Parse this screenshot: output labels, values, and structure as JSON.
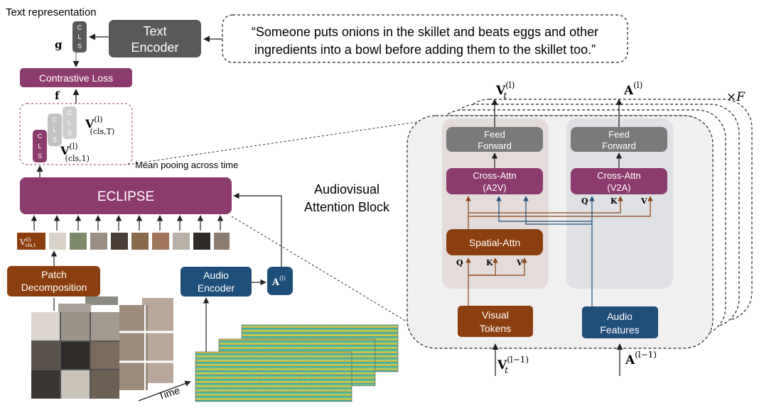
{
  "text_representation_label": "Text representation",
  "g_symbol": "g",
  "cls_letters": [
    "C",
    "L",
    "S"
  ],
  "text_encoder": [
    "Text",
    "Encoder"
  ],
  "caption_lines": [
    "“Someone puts onions in the skillet and beats eggs and other",
    "ingredients into a bowl before adding them to the skillet too.”"
  ],
  "contrastive_loss": "Contrastive Loss",
  "f_symbol": "f",
  "v_cls_T": {
    "base": "V",
    "sup": "(l)",
    "sub": "(cls,T)"
  },
  "v_cls_1": {
    "base": "V",
    "sup": "(l)",
    "sub": "(cls,1)"
  },
  "mean_pooling": "Mean pooing across time",
  "eclipse": "ECLIPSE",
  "patch_token": {
    "base": "V",
    "sup": "(l)",
    "sub": "cls,t"
  },
  "patch_decomposition": [
    "Patch",
    "Decomposition"
  ],
  "audio_encoder": [
    "Audio",
    "Encoder"
  ],
  "a_small": {
    "base": "A",
    "sup": "(l)"
  },
  "time_label": "Time",
  "av_block_label": [
    "Audiovisual",
    "Attention Block"
  ],
  "times_f": "×F",
  "vt_out": {
    "base": "V",
    "sup": "(l)",
    "sub": "t"
  },
  "a_out": {
    "base": "A",
    "sup": "(l)"
  },
  "vt_in": {
    "base": "V",
    "sup": "(l−1)",
    "sub": "t"
  },
  "a_in": {
    "base": "A",
    "sup": "(l−1)"
  },
  "feed_forward": [
    "Feed",
    "Forward"
  ],
  "cross_attn_a2v": [
    "Cross-Attn",
    "(A2V)"
  ],
  "cross_attn_v2a": [
    "Cross-Attn",
    "(V2A)"
  ],
  "spatial_attn": "Spatial-Attn",
  "qkv": [
    "Q",
    "K",
    "V"
  ],
  "visual_tokens": [
    "Visual",
    "Tokens"
  ],
  "audio_features": [
    "Audio",
    "Features"
  ],
  "colors": {
    "purple": "#8c3b6e",
    "dark_gray": "#595959",
    "brown": "#8b3f10",
    "blue": "#1f4e79",
    "light_gray": "#b9b9b9",
    "panel_bg": "#f0f0f0",
    "column_bg": "#e4dcda",
    "column_bg2": "#dfe1e4"
  }
}
